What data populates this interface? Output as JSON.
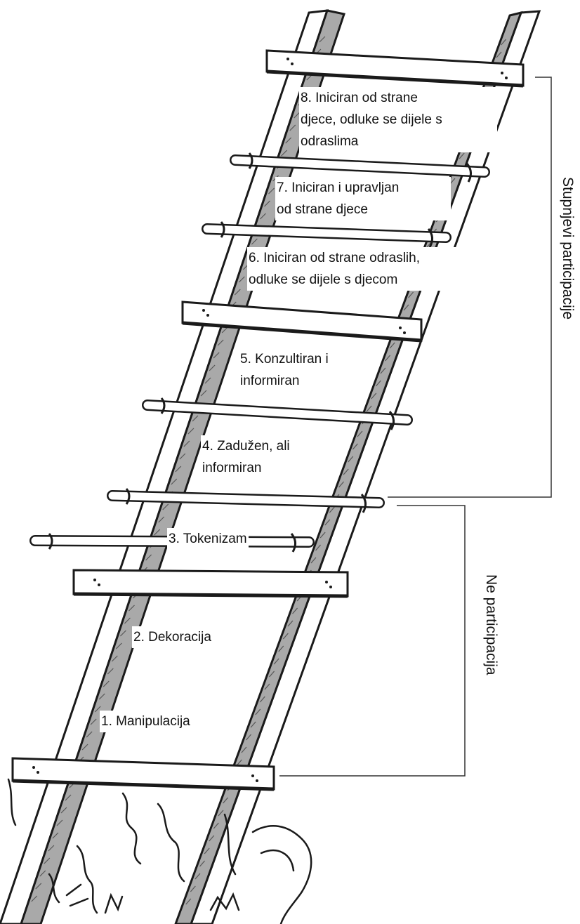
{
  "rungs": [
    {
      "number": "1.",
      "lines": [
        "Manipulacija"
      ]
    },
    {
      "number": "2.",
      "lines": [
        "Dekoracija"
      ]
    },
    {
      "number": "3.",
      "lines": [
        "Tokenizam"
      ]
    },
    {
      "number": "4.",
      "lines": [
        "Zadužen, ali",
        "informiran"
      ]
    },
    {
      "number": "5.",
      "lines": [
        "Konzultiran i",
        "informiran"
      ]
    },
    {
      "number": "6.",
      "lines": [
        "Iniciran od strane odraslih,",
        "odluke se dijele s djecom"
      ]
    },
    {
      "number": "7.",
      "lines": [
        "Iniciran i upravljan",
        "od strane djece"
      ]
    },
    {
      "number": "8.",
      "lines": [
        "Iniciran od strane",
        "djece, odluke se dijele s",
        "odraslima"
      ]
    }
  ],
  "groups": {
    "participation": "Stupnjevi participacije",
    "non_participation": "Ne participacija"
  },
  "colors": {
    "ink": "#1a1a1a",
    "rail_shade": "#a9a9a9",
    "wood": "#ffffff"
  }
}
